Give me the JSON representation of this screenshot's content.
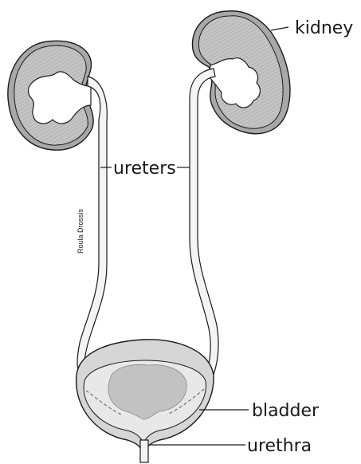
{
  "labels": {
    "kidney": "kidney",
    "ureters": "ureters",
    "bladder": "bladder",
    "urethra": "urethra"
  },
  "credit": "Roula Drossis",
  "colors": {
    "outline": "#1a1a1a",
    "cortex": "#c8c8c8",
    "capsule": "#a0a0a0",
    "medulla": "#ffffff",
    "bladder_wall": "#d7d7d7",
    "bladder_inner": "#bdbdbd",
    "lumen": "#e6e6e6",
    "background": "#ffffff"
  }
}
